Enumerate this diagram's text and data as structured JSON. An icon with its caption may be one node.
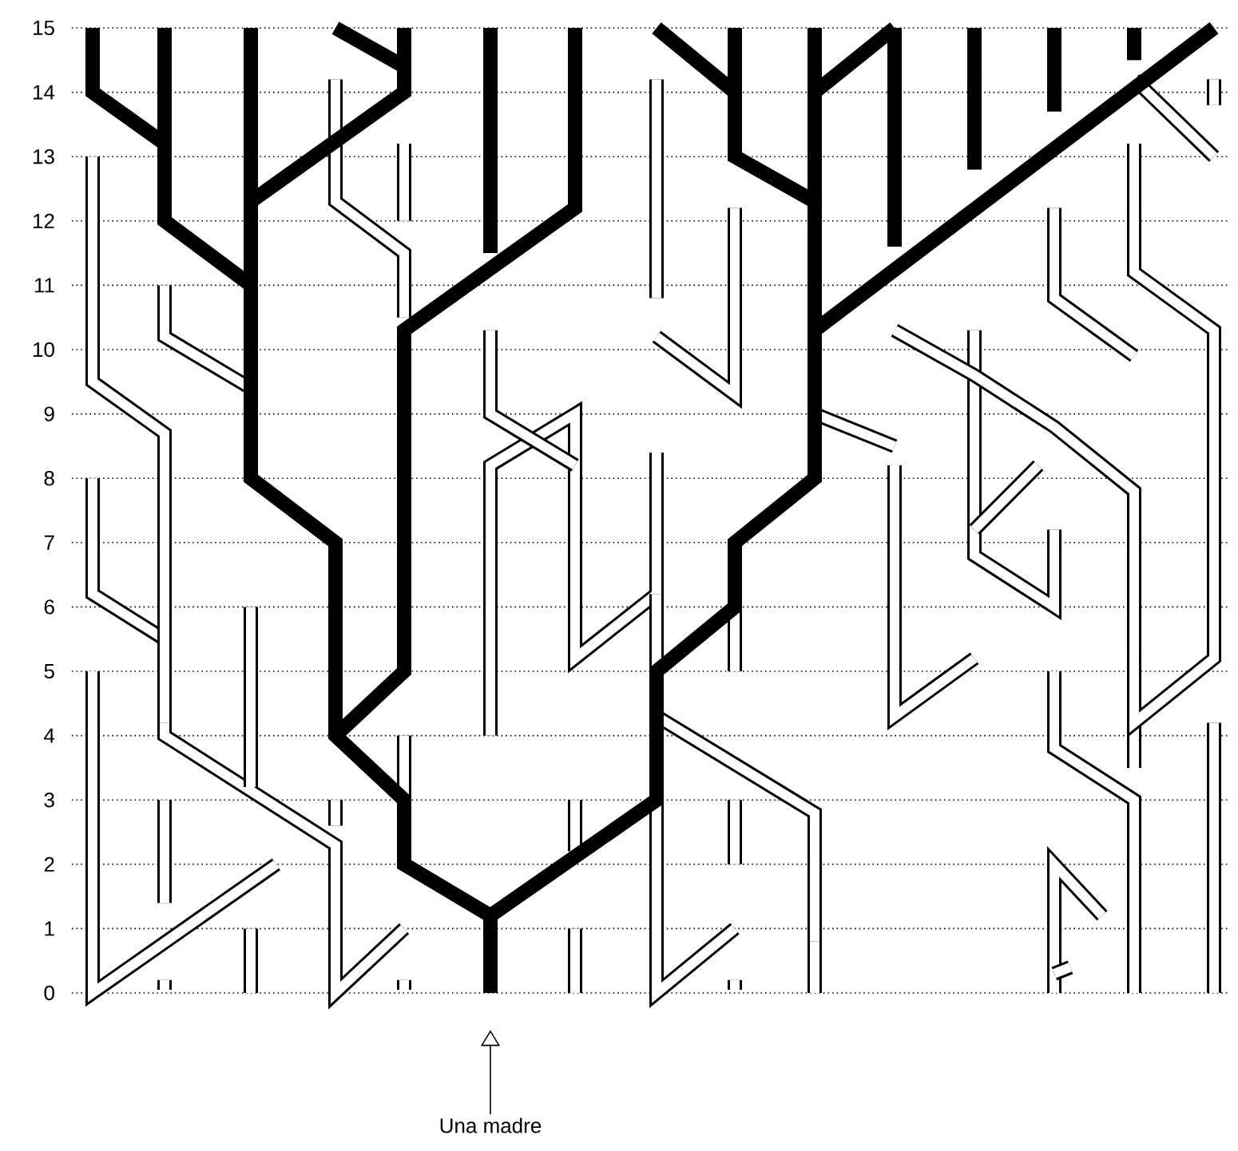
{
  "diagram": {
    "nodes": [
      {
        "text": [
          "Una madre"
        ]
      },
      {
        "text": [],
        "shape": "picture"
      }
    ],
    "edges": [
      {
        "from": 0,
        "to": 1,
        "arrow": "to"
      }
    ],
    "labels": [
      "0",
      "1",
      "2",
      "3",
      "4",
      "5",
      "6",
      "7",
      "8",
      "9",
      "10",
      "11",
      "12",
      "13",
      "14",
      "15"
    ]
  }
}
